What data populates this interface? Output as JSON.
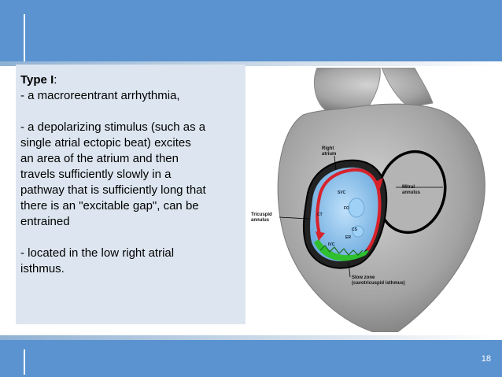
{
  "slide": {
    "title_bold": "Type I",
    "title_colon": ":",
    "bullet1": "- a macroreentrant arrhythmia,",
    "bullet2_lines": [
      "- a depolarizing stimulus (such as a",
      "single atrial ectopic beat) excites",
      "an area of the atrium and then",
      "travels sufficiently slowly in a",
      "pathway that is sufficiently long that",
      "there is an \"excitable gap\", can be",
      "entrained"
    ],
    "bullet3_lines": [
      "- located in the low right atrial",
      "isthmus."
    ],
    "page_number": "18"
  },
  "diagram": {
    "labels": {
      "right_atrium_1": "Right",
      "right_atrium_2": "atrium",
      "mitral_1": "Mitral",
      "mitral_2": "annulus",
      "tricuspid_1": "Tricuspid",
      "tricuspid_2": "annulus",
      "svc": "SVC",
      "fo": "FO",
      "ct": "CT",
      "cs": "CS",
      "er": "ER",
      "ivc": "IVC",
      "slow_zone_1": "Slow zone",
      "slow_zone_2": "(cavotricuspid isthmus)"
    },
    "colors": {
      "heart": "#a9a9a9",
      "atrium_fill": "#8fc3ee",
      "reentry_arrow": "#d8222b",
      "slow_zone": "#2fbf2f"
    }
  }
}
